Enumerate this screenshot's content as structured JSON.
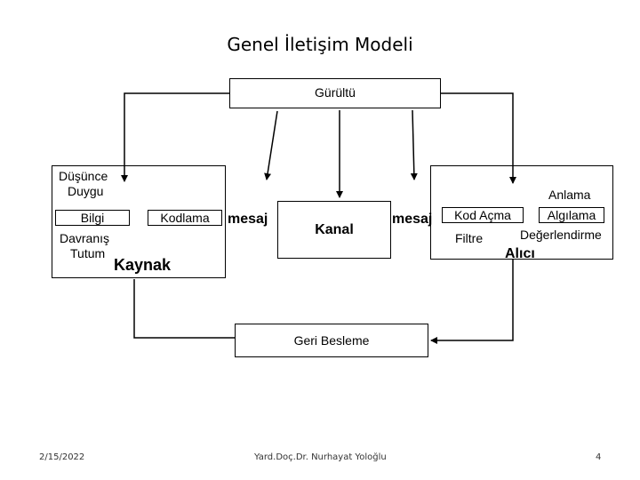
{
  "title": "Genel İletişim Modeli",
  "noise_label": "Gürültü",
  "source": {
    "items": [
      "Düşünce",
      "Duygu",
      "Bilgi",
      "Davranış",
      "Tutum"
    ],
    "label": "Kaynak",
    "encoding": "Kodlama"
  },
  "message_left": "mesaj",
  "channel_label": "Kanal",
  "message_right": "mesaj",
  "receiver": {
    "decoding": "Kod Açma",
    "filter": "Filtre",
    "meaning": "Anlama",
    "perception": "Algılama",
    "evaluation": "Değerlendirme",
    "label": "Alıcı"
  },
  "feedback_label": "Geri Besleme",
  "footer": {
    "date": "2/15/2022",
    "author": "Yard.Doç.Dr. Nurhayat Yoloğlu",
    "page": "4"
  }
}
